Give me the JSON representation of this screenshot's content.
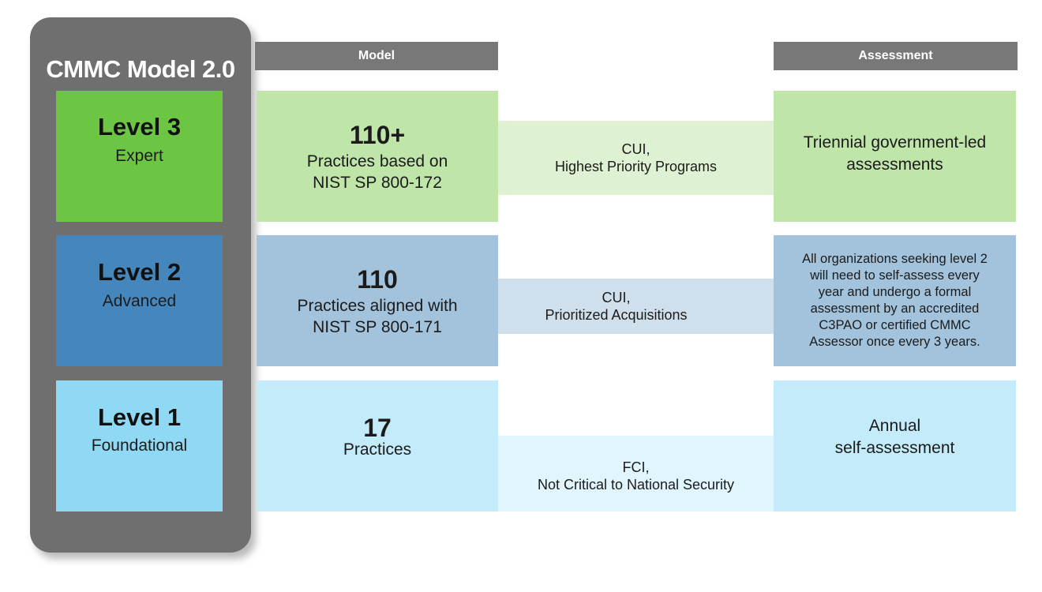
{
  "sidebar": {
    "title": "CMMC Model 2.0",
    "levels": [
      {
        "name": "Level 3",
        "subtitle": "Expert",
        "color": "#6cc644"
      },
      {
        "name": "Level 2",
        "subtitle": "Advanced",
        "color": "#4587bd"
      },
      {
        "name": "Level 1",
        "subtitle": "Foundational",
        "color": "#8fd9f5"
      }
    ]
  },
  "headers": {
    "model": "Model",
    "assessment": "Assessment"
  },
  "rows": [
    {
      "model_count": "110+",
      "model_desc": "Practices based on\nNIST  SP  800-172",
      "scope": "CUI,\nHighest Priority Programs",
      "assessment": "Triennial government-led\nassessments"
    },
    {
      "model_count": "110",
      "model_desc": "Practices aligned with\nNIST  SP  800-171",
      "scope": "CUI,\nPrioritized Acquisitions",
      "assessment": "All organizations seeking level 2\nwill need to self-assess every\nyear and undergo a formal\nassessment by an accredited\nC3PAO or certified CMMC\nAssessor once every 3 years."
    },
    {
      "model_count": "17",
      "model_desc": "Practices",
      "scope": "FCI,\nNot Critical to National Security",
      "assessment": "Annual\nself-assessment"
    }
  ],
  "colors": {
    "sidebar": "#6f6f6f",
    "header": "#787878",
    "level3_model": "#bfe5a9",
    "level3_scope": "#def1d2",
    "level2_model": "#a3c3dc",
    "level2_scope": "#cfdfeb",
    "level1_model": "#c3ebfa",
    "level1_scope": "#e0f5fd"
  }
}
